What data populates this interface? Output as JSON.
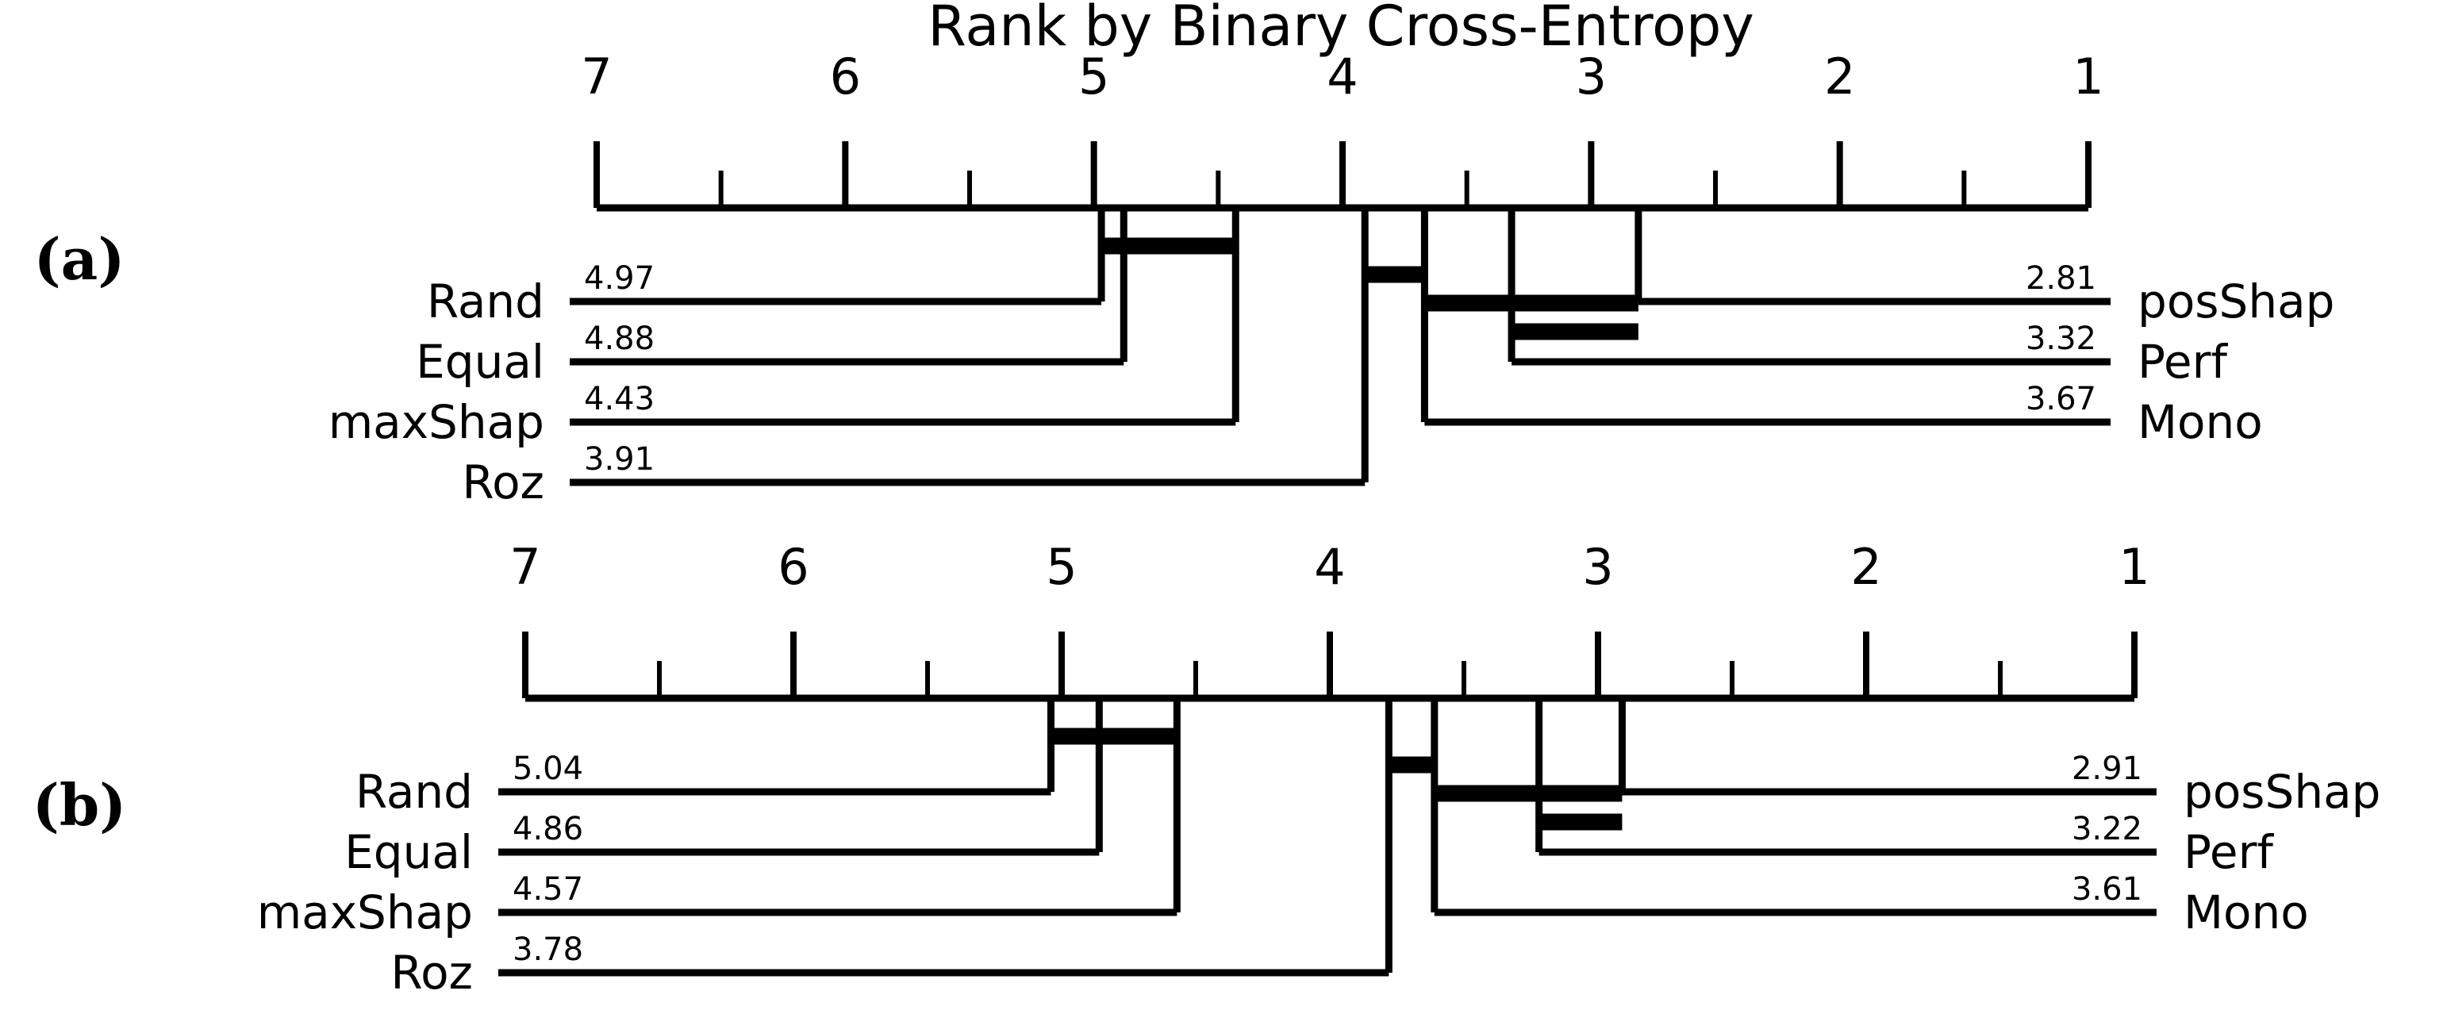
{
  "figure": {
    "title": "Rank by Binary Cross-Entropy",
    "background": "#ffffff",
    "line_color": "#000000"
  },
  "chart_data": {
    "type": "line",
    "subtype": "critical-difference-diagram",
    "title": "Rank by Binary Cross-Entropy",
    "xlabel": "",
    "ylabel": "",
    "axis_reversed": true,
    "xlim": [
      7,
      1
    ],
    "tick_labels": [
      "7",
      "6",
      "5",
      "4",
      "3",
      "2",
      "1"
    ],
    "tick_values": [
      7,
      6,
      5,
      4,
      3,
      2,
      1
    ],
    "minor_ticks": [
      6.5,
      5.5,
      4.5,
      3.5,
      2.5,
      1.5
    ],
    "grid": false,
    "legend": "none",
    "panels": [
      {
        "tag": "(a)",
        "title": "Rank by Binary Cross-Entropy",
        "categories": [
          "Rand",
          "Equal",
          "maxShap",
          "Roz",
          "Mono",
          "Perf",
          "posShap"
        ],
        "values": [
          4.97,
          4.88,
          4.43,
          3.91,
          3.67,
          3.32,
          2.81
        ],
        "left_entries": [
          {
            "name": "Rand",
            "value": "4.97",
            "rank": 4.97
          },
          {
            "name": "Equal",
            "value": "4.88",
            "rank": 4.88
          },
          {
            "name": "maxShap",
            "value": "4.43",
            "rank": 4.43
          },
          {
            "name": "Roz",
            "value": "3.91",
            "rank": 3.91
          }
        ],
        "right_entries": [
          {
            "name": "posShap",
            "value": "2.81",
            "rank": 2.81
          },
          {
            "name": "Perf",
            "value": "3.32",
            "rank": 3.32
          },
          {
            "name": "Mono",
            "value": "3.67",
            "rank": 3.67
          }
        ],
        "cliques": [
          {
            "from": 4.97,
            "to": 4.43
          },
          {
            "from": 3.91,
            "to": 3.67
          },
          {
            "from": 3.67,
            "to": 2.81
          },
          {
            "from": 3.32,
            "to": 2.81
          }
        ]
      },
      {
        "tag": "(b)",
        "categories": [
          "Rand",
          "Equal",
          "maxShap",
          "Roz",
          "Mono",
          "Perf",
          "posShap"
        ],
        "values": [
          5.04,
          4.86,
          4.57,
          3.78,
          3.61,
          3.22,
          2.91
        ],
        "left_entries": [
          {
            "name": "Rand",
            "value": "5.04",
            "rank": 5.04
          },
          {
            "name": "Equal",
            "value": "4.86",
            "rank": 4.86
          },
          {
            "name": "maxShap",
            "value": "4.57",
            "rank": 4.57
          },
          {
            "name": "Roz",
            "value": "3.78",
            "rank": 3.78
          }
        ],
        "right_entries": [
          {
            "name": "posShap",
            "value": "2.91",
            "rank": 2.91
          },
          {
            "name": "Perf",
            "value": "3.22",
            "rank": 3.22
          },
          {
            "name": "Mono",
            "value": "3.61",
            "rank": 3.61
          }
        ],
        "cliques": [
          {
            "from": 5.04,
            "to": 4.57
          },
          {
            "from": 3.78,
            "to": 3.61
          },
          {
            "from": 3.61,
            "to": 2.91
          },
          {
            "from": 3.22,
            "to": 2.91
          }
        ]
      }
    ]
  }
}
